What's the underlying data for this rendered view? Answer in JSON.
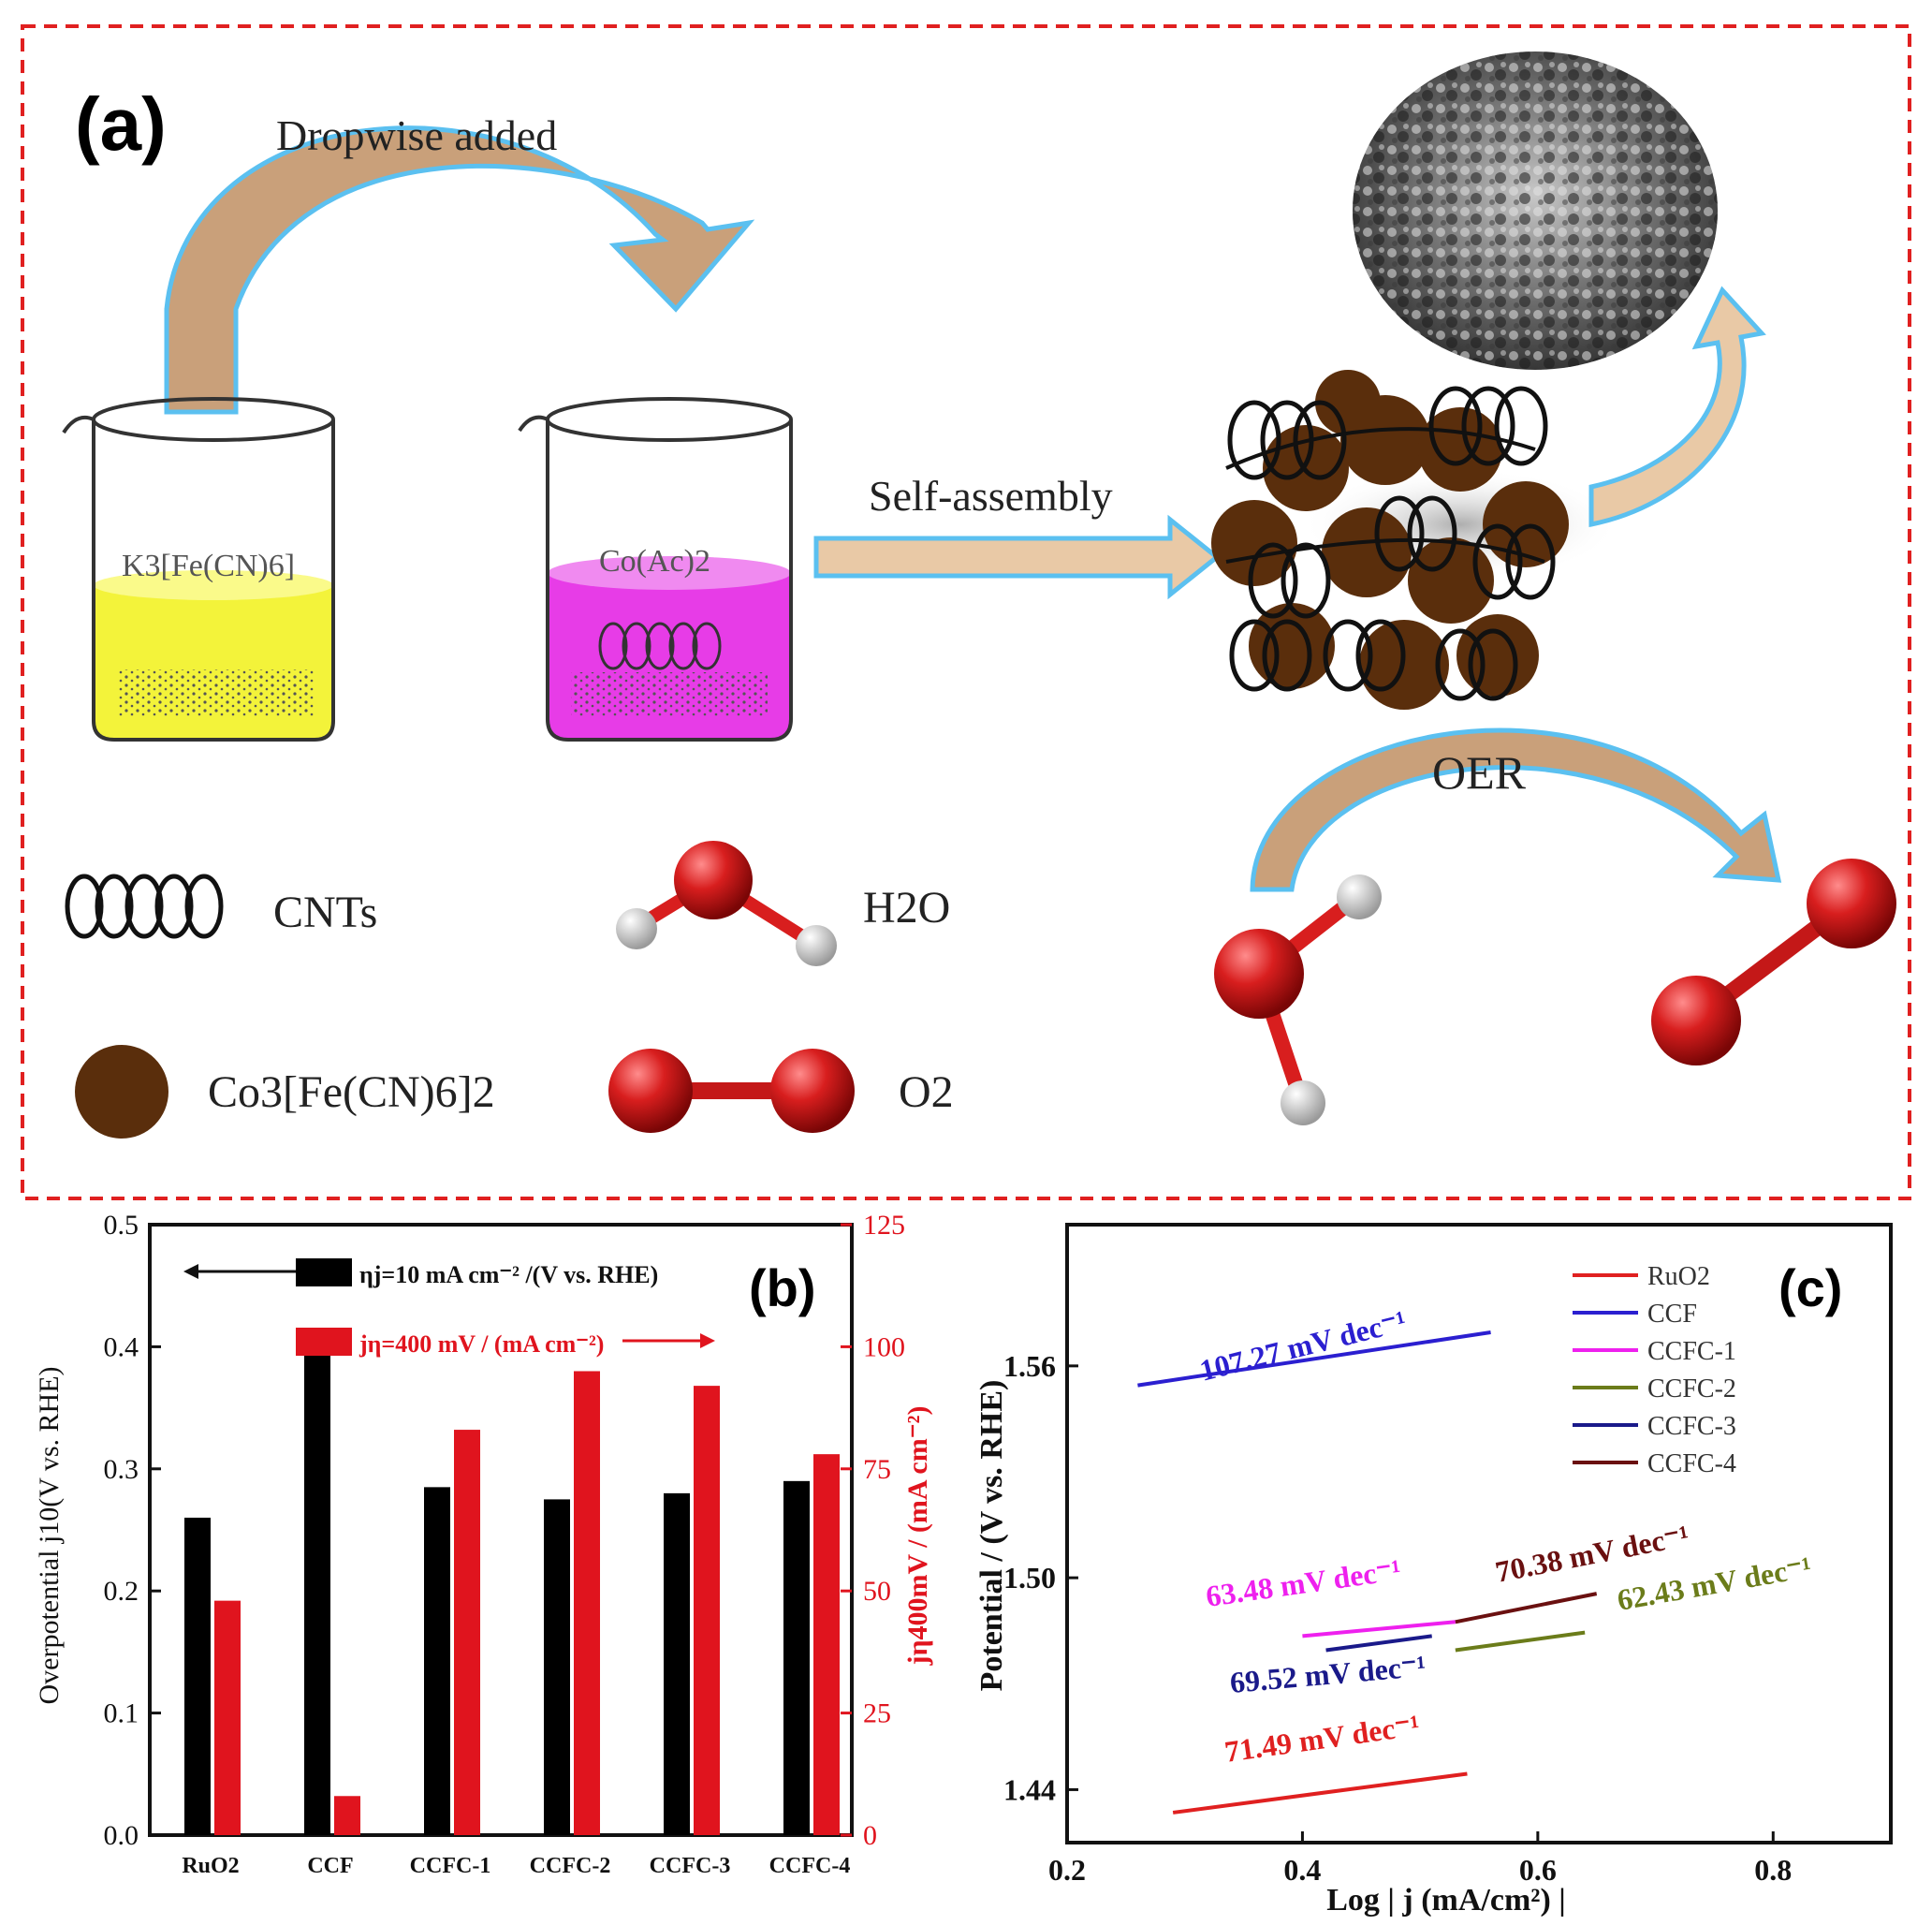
{
  "panel_a": {
    "label": "(a)",
    "dropwise": "Dropwise added",
    "beaker1": "K3[Fe(CN)6]",
    "beaker2": "Co(Ac)2",
    "self_assembly": "Self-assembly",
    "oer": "OER",
    "legend": {
      "cnts": "CNTs",
      "h2o": "H2O",
      "co3": "Co3[Fe(CN)6]2",
      "o2": "O2"
    },
    "colors": {
      "frame": "#e02020",
      "arrow_fill": "#c9a07a",
      "arrow_edge": "#5bc0f0",
      "yellow": "#f3f33a",
      "magenta": "#e73ce7",
      "brown": "#5a2e0c",
      "oxygen": "#d81e1e",
      "hydrogen": "#d8d8d8"
    }
  },
  "chart_data": [
    {
      "type": "bar",
      "panel": "(b)",
      "categories": [
        "RuO2",
        "CCF",
        "CCFC-1",
        "CCFC-2",
        "CCFC-3",
        "CCFC-4"
      ],
      "series": [
        {
          "name": "ηj=10 mA cm⁻² /(V vs. RHE)",
          "axis": "left",
          "color": "#000000",
          "values": [
            0.26,
            0.41,
            0.285,
            0.275,
            0.28,
            0.29
          ]
        },
        {
          "name": "jη=400 mV / (mA cm⁻²)",
          "axis": "right",
          "color": "#e0141e",
          "values": [
            48,
            8,
            83,
            95,
            92,
            78
          ]
        }
      ],
      "ylabel": "Overpotential j10(V vs. RHE)",
      "ylabel_right": "jη400mV / (mA cm⁻²)",
      "ylim": [
        0.0,
        0.5
      ],
      "ylim_right": [
        0,
        125
      ],
      "yticks": [
        "0.0",
        "0.1",
        "0.2",
        "0.3",
        "0.4",
        "0.5"
      ],
      "yticks_right": [
        "0",
        "25",
        "50",
        "75",
        "100",
        "125"
      ]
    },
    {
      "type": "line",
      "panel": "(c)",
      "xlabel": "Log | j (mA/cm²) |",
      "ylabel": "Potential / (V vs. RHE)",
      "xlim": [
        0.2,
        0.9
      ],
      "ylim": [
        1.425,
        1.6
      ],
      "xticks": [
        "0.2",
        "0.4",
        "0.6",
        "0.8"
      ],
      "yticks": [
        "1.44",
        "1.50",
        "1.56"
      ],
      "series": [
        {
          "name": "RuO2",
          "color": "#e02020",
          "x": [
            0.29,
            0.54
          ],
          "y": [
            1.4335,
            1.4445
          ],
          "label": "71.49 mV dec⁻¹"
        },
        {
          "name": "CCF",
          "color": "#2b1fd0",
          "x": [
            0.26,
            0.56
          ],
          "y": [
            1.5545,
            1.5695
          ],
          "label": "107.27 mV dec⁻¹"
        },
        {
          "name": "CCFC-1",
          "color": "#ee20ee",
          "x": [
            0.4,
            0.53
          ],
          "y": [
            1.4835,
            1.4875
          ],
          "label": "63.48 mV dec⁻¹"
        },
        {
          "name": "CCFC-2",
          "color": "#6b7c1a",
          "x": [
            0.53,
            0.64
          ],
          "y": [
            1.4795,
            1.4845
          ],
          "label": "62.43 mV dec⁻¹"
        },
        {
          "name": "CCFC-3",
          "color": "#1a1a8a",
          "x": [
            0.42,
            0.51
          ],
          "y": [
            1.4795,
            1.4835
          ],
          "label": "69.52 mV dec⁻¹"
        },
        {
          "name": "CCFC-4",
          "color": "#6a1010",
          "x": [
            0.53,
            0.65
          ],
          "y": [
            1.4875,
            1.4955
          ],
          "label": "70.38 mV dec⁻¹"
        }
      ]
    }
  ]
}
